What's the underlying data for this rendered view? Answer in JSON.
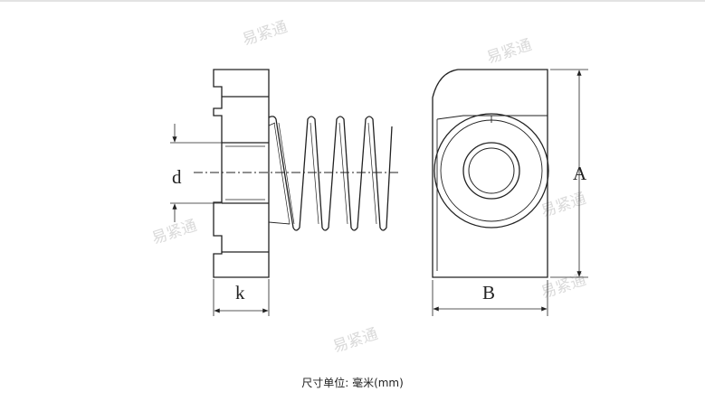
{
  "drawing": {
    "labels": {
      "d": "d",
      "k": "k",
      "a": "A",
      "b": "B"
    },
    "watermark": "易紧通",
    "stroke_color": "#222222"
  },
  "caption": {
    "label": "尺寸单位:",
    "unit": "毫米(mm)"
  }
}
